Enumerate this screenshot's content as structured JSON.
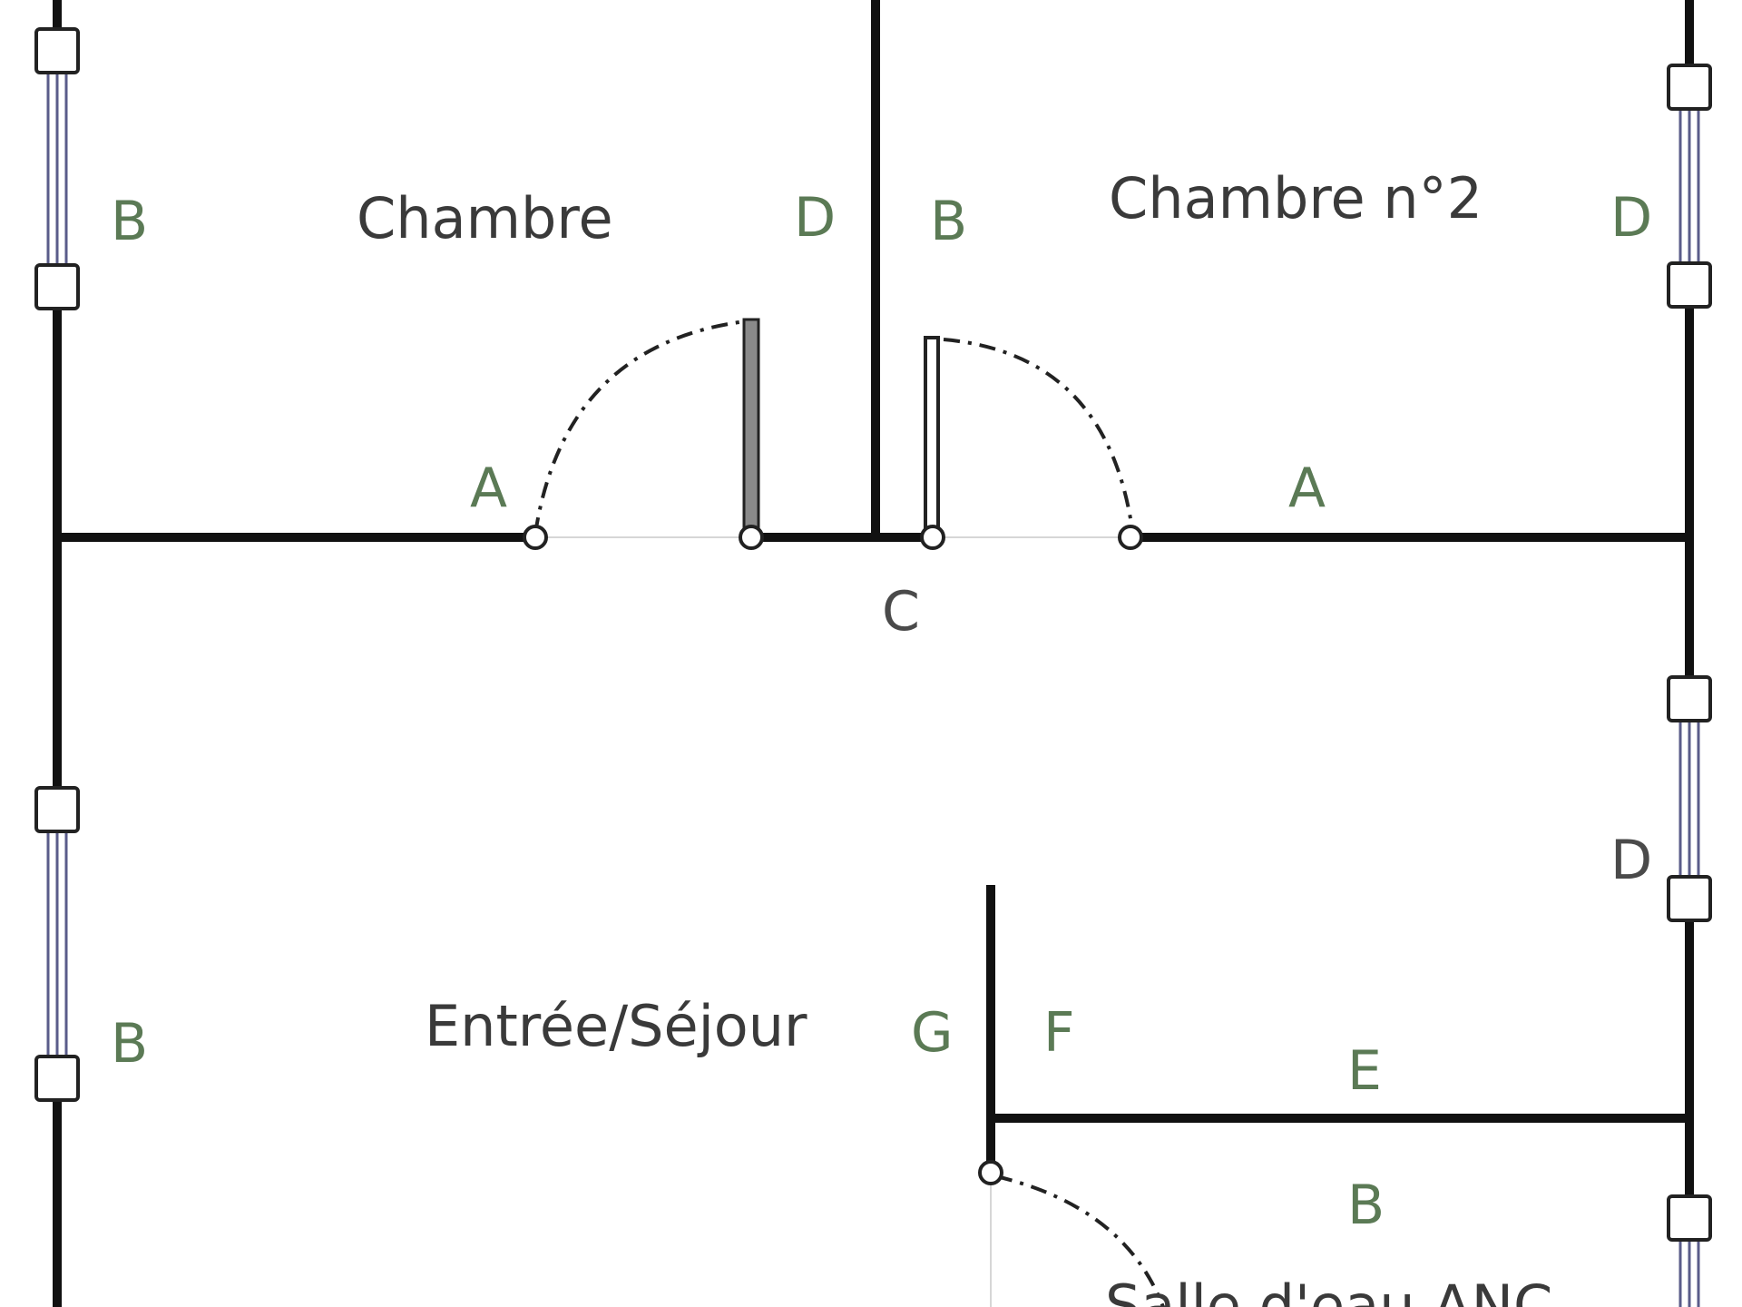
{
  "rooms": {
    "chambre": "Chambre",
    "chambre2": "Chambre n°2",
    "sejour": "Entrée/Séjour",
    "salle_eau": "Salle d'eau ANC"
  },
  "wall_labels": {
    "chambre_left": "B",
    "chambre_right": "D",
    "chambre2_left": "B",
    "chambre2_right": "D",
    "chambre_bottom": "A",
    "chambre2_bottom": "A",
    "corridor": "C",
    "sejour_right": "D",
    "sejour_left": "B",
    "partition_left": "G",
    "partition_right": "F",
    "bath_top": "E",
    "bath_inner": "B"
  },
  "colors": {
    "wall": "#111111",
    "window_frame": "#5a5c8a",
    "wall_label": "#5b7a55",
    "room_label": "#3a3a3a"
  }
}
